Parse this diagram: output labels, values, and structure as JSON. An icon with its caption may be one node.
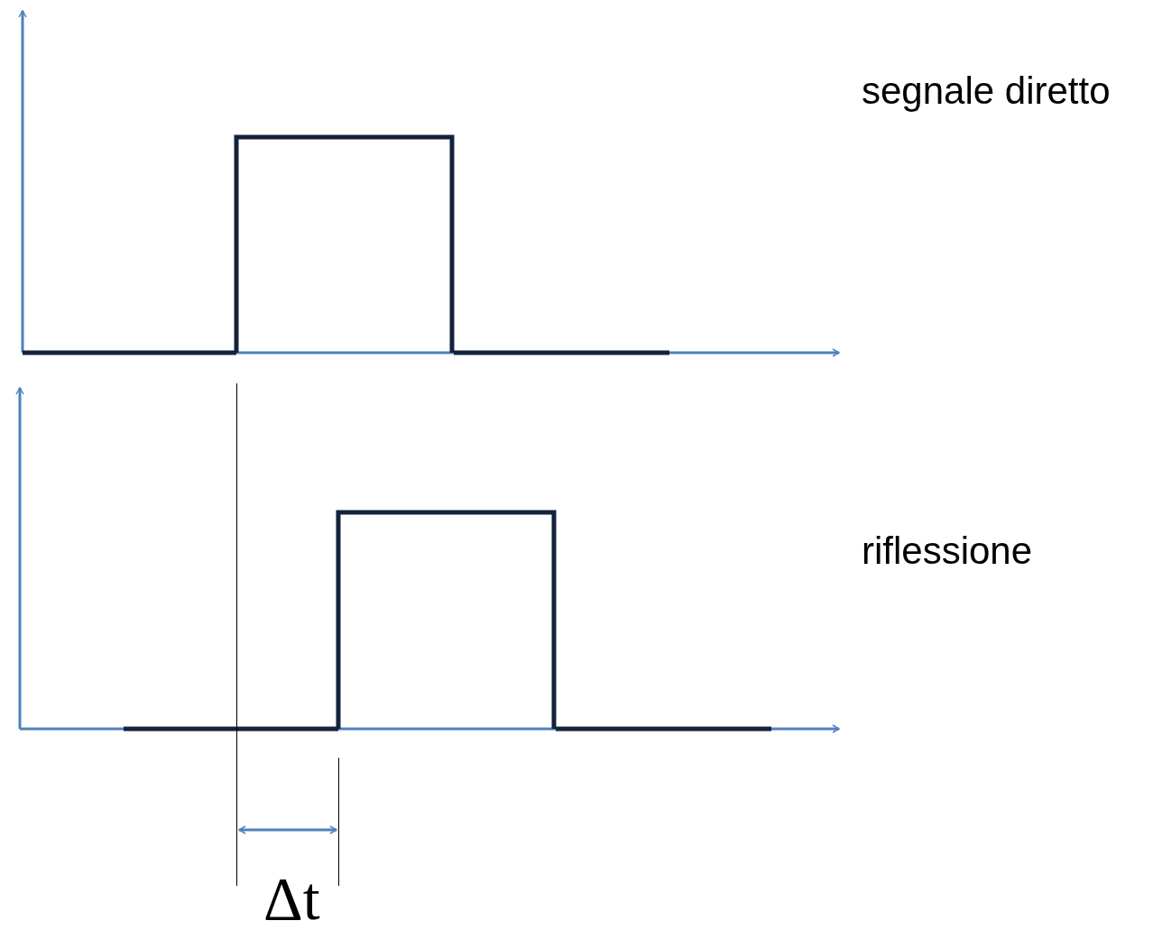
{
  "diagram": {
    "labels": [
      "segnale diretto",
      "riflessione",
      "Δt"
    ]
  }
}
